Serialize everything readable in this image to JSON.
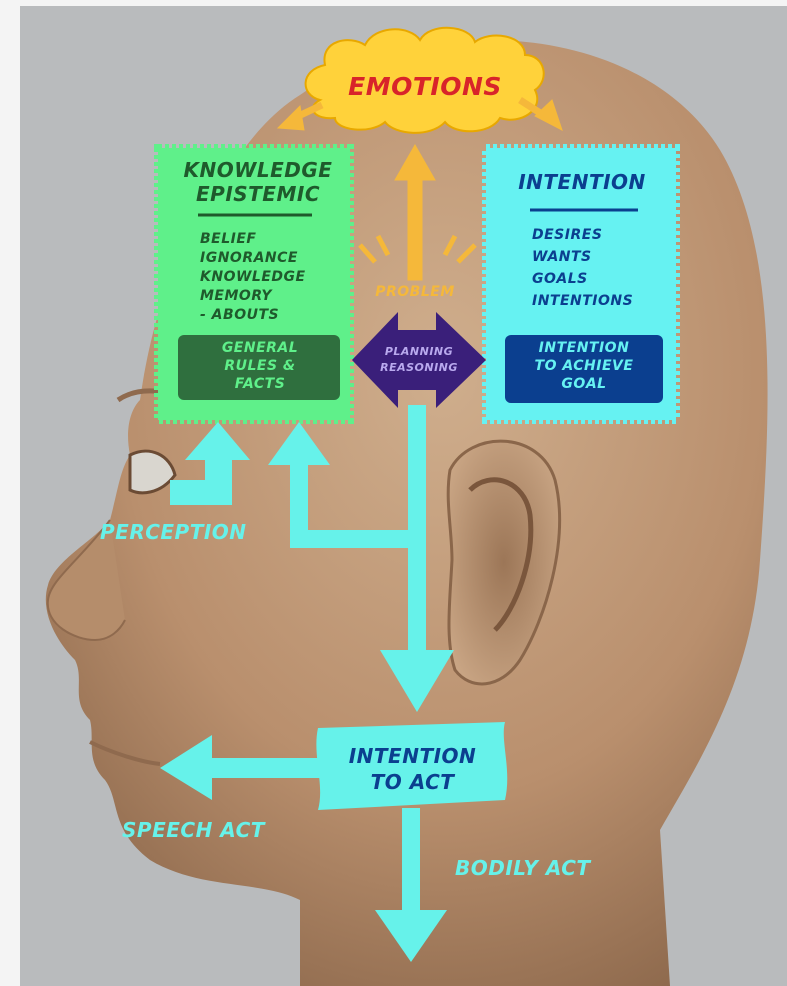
{
  "emotions": {
    "label": "EMOTIONS"
  },
  "knowledge": {
    "title_line1": "KNOWLEDGE",
    "title_line2": "EPISTEMIC",
    "items": [
      "BELIEF",
      "IGNORANCE",
      "KNOWLEDGE",
      "MEMORY",
      "- ABOUTs"
    ],
    "box_line1": "GENERAL",
    "box_line2": "RULES &",
    "box_line3": "FACTS"
  },
  "intention": {
    "title": "INTENTION",
    "items": [
      "DESIRES",
      "WANTS",
      "GOALS",
      "INTENTIONS"
    ],
    "box_line1": "INTENTION",
    "box_line2": "TO ACHIEVE",
    "box_line3": "GOAL"
  },
  "problem": {
    "label": "PROBLEM"
  },
  "planning": {
    "line1": "PLANNING",
    "line2": "REASONING"
  },
  "perception": {
    "label": "PERCEPTION"
  },
  "intention_to_act": {
    "line1": "INTENTION",
    "line2": "TO ACT"
  },
  "speech_act": {
    "label": "SPEECH ACT"
  },
  "bodily_act": {
    "label": "BODILY ACT"
  },
  "colors": {
    "background": "#b9bbbd",
    "skin": "#c4a07f",
    "knowledge_green": "#5ff08a",
    "knowledge_dark": "#2f6f3e",
    "intention_cyan": "#66f2f2",
    "intention_dark": "#0b3f8f",
    "emotion_yellow": "#ffd23a",
    "emotion_red": "#d8242a",
    "planning_purple": "#3a1f7a",
    "arrow_cyan": "#66f2ea",
    "arrow_orange": "#f5b83a"
  }
}
